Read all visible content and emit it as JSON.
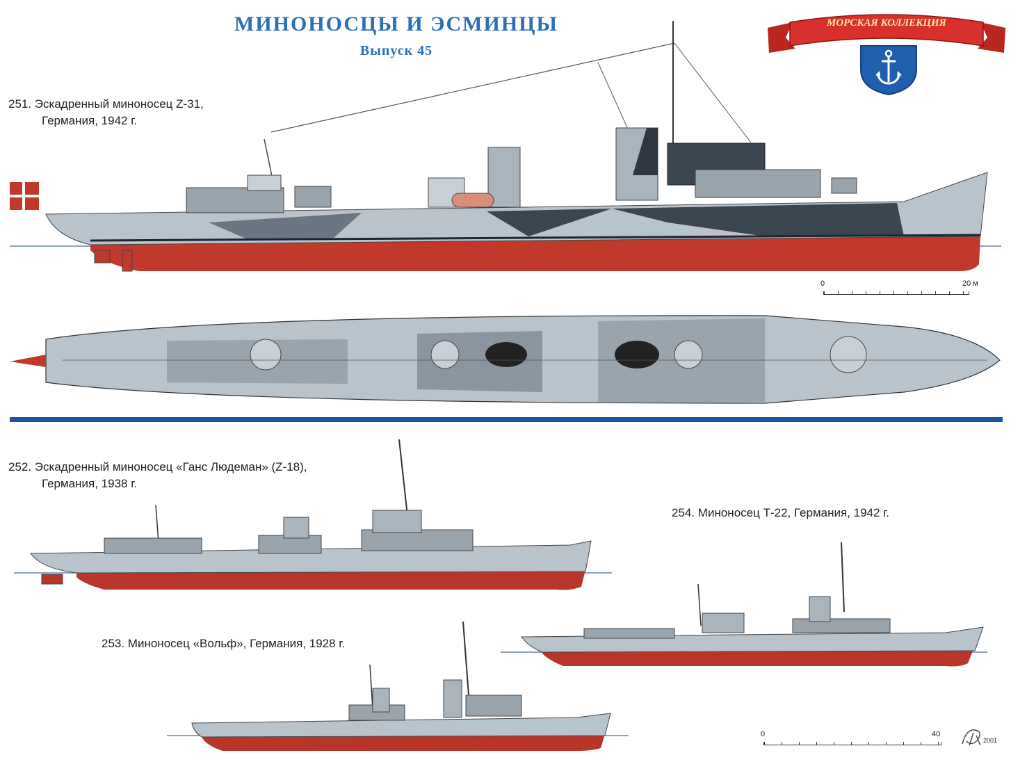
{
  "header": {
    "title": "МИНОНОСЦЫ И ЭСМИНЦЫ",
    "issue": "Выпуск 45"
  },
  "logo": {
    "ribbon_text": "МОРСКАЯ КОЛЛЕКЦИЯ",
    "emblem": "anchor-icon",
    "colors": {
      "ribbon": "#d8312b",
      "shield": "#1f5fae"
    }
  },
  "ships": [
    {
      "caption_line1": "251. Эскадренный миноносец Z-31,",
      "caption_line2": "Германия, 1942 г."
    },
    {
      "caption_line1": "252. Эскадренный миноносец «Ганс Людеман» (Z-18),",
      "caption_line2": "Германия, 1938 г."
    },
    {
      "caption_line1": "253. Миноносец «Вольф», Германия, 1928 г."
    },
    {
      "caption_line1": "254. Миноносец Т-22, Германия, 1942 г."
    }
  ],
  "scales": [
    {
      "start": "0",
      "end": "20 м"
    },
    {
      "start": "0",
      "end": "40"
    }
  ],
  "signature": {
    "year": "2001"
  },
  "colors": {
    "accent": "#2a6fb8",
    "divider": "#1a52a0",
    "hull_red": "#c0392b",
    "hull_grey": "#b9c3cc",
    "dark_camo": "#3b4650"
  }
}
